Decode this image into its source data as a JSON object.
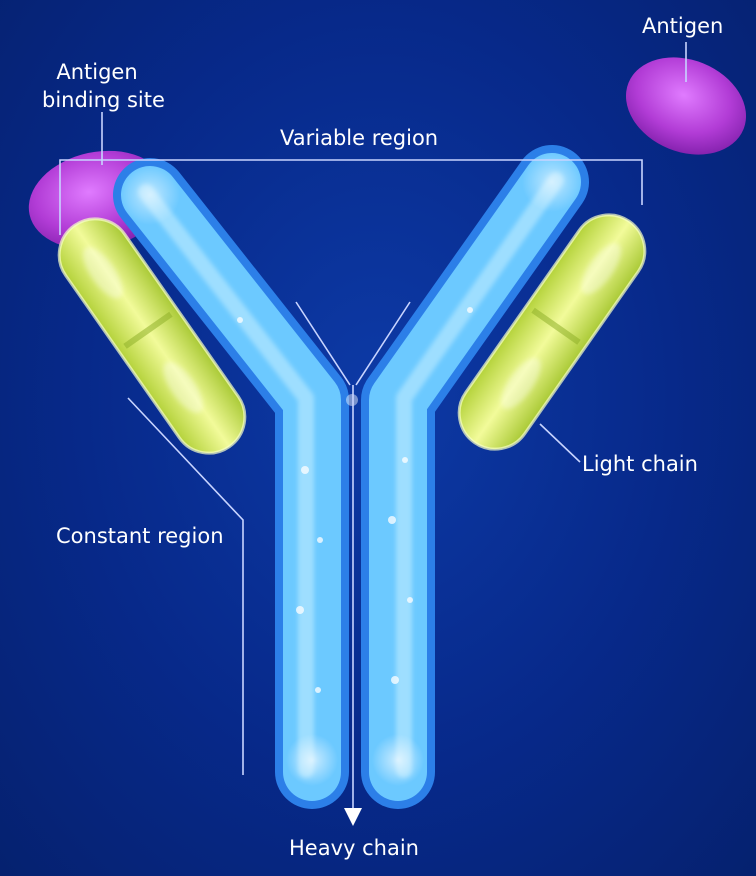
{
  "labels": {
    "antigen": "Antigen",
    "binding_site_line1": "Antigen",
    "binding_site_line2": "binding site",
    "variable_region": "Variable region",
    "light_chain": "Light chain",
    "constant_region": "Constant region",
    "heavy_chain": "Heavy chain"
  },
  "colors": {
    "background": "#07298a",
    "heavy_chain": "#5fc4ff",
    "light_chain": "#d8ef5a",
    "antigen": "#c04ae0",
    "leader_line": "#c8d4ff"
  }
}
